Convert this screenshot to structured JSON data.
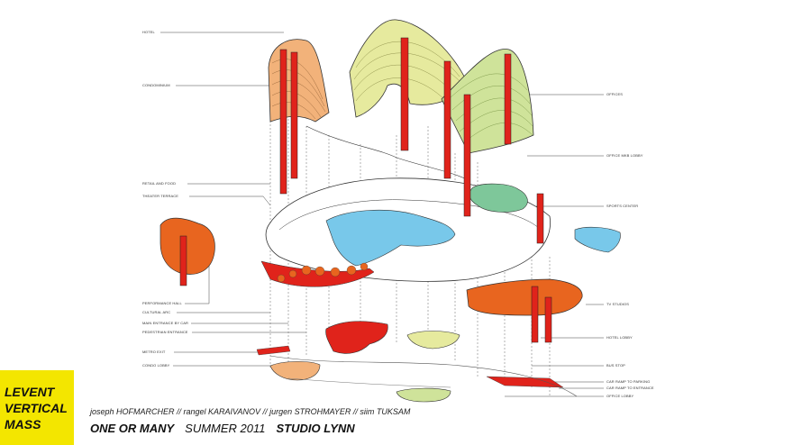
{
  "labels_left": {
    "hotel": "HOTEL",
    "condominium": "CONDOMINIUM",
    "retail_and_food": "RETAIL and FOOD",
    "theater_terrace": "THEATER TERRACE",
    "performance_hall": "PERFORMANCE HALL",
    "cultural_arc": "CULTURAL ARC",
    "main_entrance_by_car": "MAIN ENTRANCE by CAR",
    "pedestrian_entrance": "PEDESTRIAN ENTRANCE",
    "metro_exit": "METRO EXIT",
    "condo_lobby": "CONDO LOBBY"
  },
  "labels_right": {
    "offices": "OFFICES",
    "office_mkb_lobby": "OFFICE MKB LOBBY",
    "sports_center": "SPORTS CENTER",
    "tv_studios": "TV STUDIOS",
    "hotel_lobby": "HOTEL LOBBY",
    "bus_stop": "BUS STOP",
    "car_ramp_parking": "CAR RAMP to PARKING",
    "car_ramp_entrance": "CAR RAMP to ENTRANCE",
    "office_lobby": "OFFICE LOBBY"
  },
  "badge": {
    "line1": "LEVENT",
    "line2": "VERTICAL",
    "line3": "MASS"
  },
  "credits": {
    "authors": "joseph HOFMARCHER // rangel KARAIVANOV // jurgen STROHMAYER // siim TUKSAM",
    "project": "ONE OR MANY",
    "term": "SUMMER 2011",
    "studio": "STUDIO LYNN"
  },
  "colors": {
    "condo": "#f2b27a",
    "hotel": "#e6ea9e",
    "office": "#cfe39a",
    "core": "#e0231b",
    "plaza": "#78c8ea",
    "orange": "#e8651f",
    "green": "#7ec79a",
    "yellow_badge": "#f3e600"
  }
}
